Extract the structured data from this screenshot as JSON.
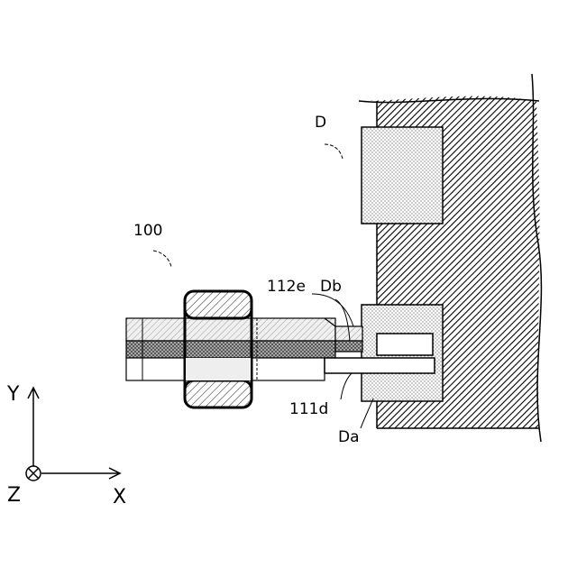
{
  "labels": {
    "device": "D",
    "device_part": "Da",
    "device_part_b": "Db",
    "assembly": "100",
    "part_112e": "112e",
    "part_111d": "111d"
  },
  "axes": {
    "x": "X",
    "y": "Y",
    "z": "Z"
  }
}
